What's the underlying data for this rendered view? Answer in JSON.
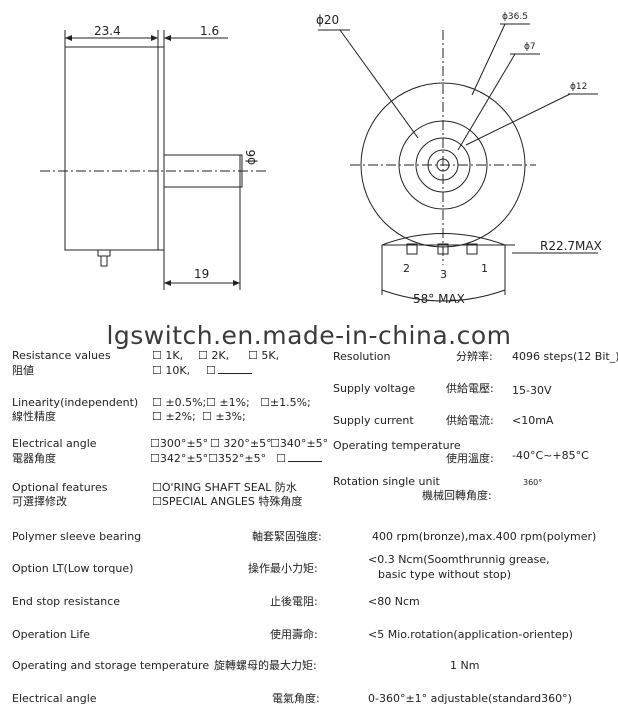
{
  "drawing": {
    "side_view": {
      "dim_length": "23.4",
      "dim_flange": "1.6",
      "dim_shaft": "ϕ6",
      "dim_shaft_len": "19"
    },
    "front_view": {
      "dim_d20": "ϕ20",
      "dim_d365": "ϕ36.5",
      "dim_d7": "ϕ7",
      "dim_d12": "ϕ12",
      "dim_radius": "R22.7MAX",
      "dim_angle": "58°  MAX",
      "terminals": [
        "2",
        "3",
        "1"
      ]
    }
  },
  "watermark": "lgswitch.en.made-in-china.com",
  "specs_left": [
    {
      "label_en": "Resistance values",
      "label_zh": "阻値",
      "options": [
        [
          "☐ 1K,",
          "☐ 2K,",
          "☐ 5K,"
        ],
        [
          "☐ 10K,",
          "☐"
        ]
      ]
    },
    {
      "label_en": "Linearity(independent)",
      "label_zh": "線性精度",
      "options": [
        [
          "☐ ±0.5%;",
          "☐ ±1%;",
          "☐±1.5%;"
        ],
        [
          "☐ ±2%;",
          "☐ ±3%;"
        ]
      ]
    },
    {
      "label_en": "Electrical angle",
      "label_zh": "電器角度",
      "options": [
        [
          "☐300°±5°",
          "☐ 320°±5°",
          "☐340°±5°"
        ],
        [
          "☐342°±5°",
          "☐352°±5°",
          "☐"
        ]
      ]
    },
    {
      "label_en": "Optional features",
      "label_zh": "可選擇修改",
      "options": [
        [
          "☐O'RING SHAFT SEAL 防水"
        ],
        [
          "☐SPECIAL ANGLES 特殊角度"
        ]
      ]
    }
  ],
  "specs_right": [
    {
      "label_en": "Resolution",
      "label_zh": "分辨率:",
      "value": "4096 steps(12 Bit_)"
    },
    {
      "label_en": "Supply voltage",
      "label_zh": "供給電壓:",
      "value": "15-30V"
    },
    {
      "label_en": "Supply current",
      "label_zh": "供給電流:",
      "value": "<10mA"
    },
    {
      "label_en": "Operating temperature",
      "label_zh": "使用溫度:",
      "value": "-40°C~+85°C"
    },
    {
      "label_en": "Rotation single unit",
      "label_zh": "機械回轉角度:",
      "value": "360°"
    }
  ],
  "specs_bottom": [
    {
      "label_en": "Polymer sleeve bearing",
      "label_zh": "軸套緊固強度:",
      "value": "400 rpm(bronze),max.400 rpm(polymer)",
      "value2": ""
    },
    {
      "label_en": "Option LT(Low torque)",
      "label_zh": "操作最小力矩:",
      "value": "<0.3 Ncm(Soomthrunnig grease,",
      "value2": "basic type without stop)"
    },
    {
      "label_en": "End stop resistance",
      "label_zh": "止後電阻:",
      "value": "<80 Ncm",
      "value2": ""
    },
    {
      "label_en": "Operation Life",
      "label_zh": "使用壽命:",
      "value": "<5 Mio.rotation(application-orientep)",
      "value2": ""
    },
    {
      "label_en": "Operating and storage temperature",
      "label_zh": "旋轉螺母的最大力矩:",
      "value": "1 Nm",
      "value2": ""
    },
    {
      "label_en": "Electrical angle",
      "label_zh": "電氣角度:",
      "value": "0-360°±1° adjustable(standard360°)",
      "value2": ""
    }
  ]
}
